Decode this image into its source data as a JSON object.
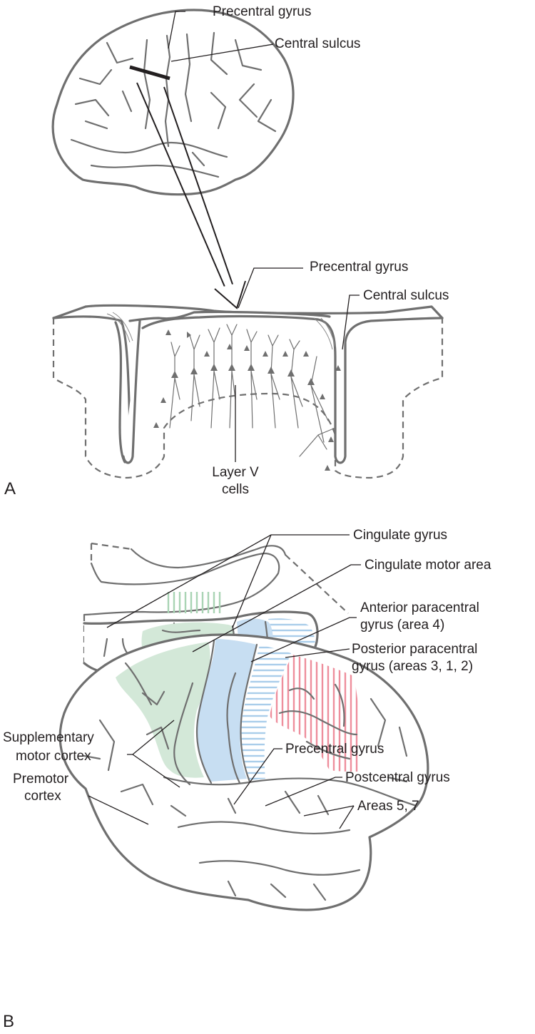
{
  "panel_a": {
    "letter": "A",
    "labels": {
      "precentral_gyrus_top": "Precentral gyrus",
      "central_sulcus_top": "Central sulcus",
      "precentral_gyrus_section": "Precentral gyrus",
      "central_sulcus_section": "Central sulcus",
      "layer_v_line1": "Layer V",
      "layer_v_line2": "cells"
    }
  },
  "panel_b": {
    "letter": "B",
    "labels": {
      "cingulate_gyrus": "Cingulate gyrus",
      "cingulate_motor_area": "Cingulate motor area",
      "anterior_paracentral_line1": "Anterior paracentral",
      "anterior_paracentral_line2": "gyrus (area 4)",
      "posterior_paracentral_line1": "Posterior paracentral",
      "posterior_paracentral_line2": "gyrus (areas 3, 1, 2)",
      "supplementary_line1": "Supplementary",
      "supplementary_line2": "motor cortex",
      "premotor_line1": "Premotor",
      "premotor_line2": "cortex",
      "precentral_gyrus": "Precentral gyrus",
      "postcentral_gyrus": "Postcentral gyrus",
      "areas_5_7": "Areas 5, 7"
    }
  },
  "colors": {
    "green": "#d3e8d8",
    "blue": "#c7def2",
    "blue_hatch": "#a9cdea",
    "green_hatch": "#a9d4b4",
    "red_hatch": "#ee8e9c",
    "outline": "#6f6f6f",
    "text": "#231f20"
  }
}
